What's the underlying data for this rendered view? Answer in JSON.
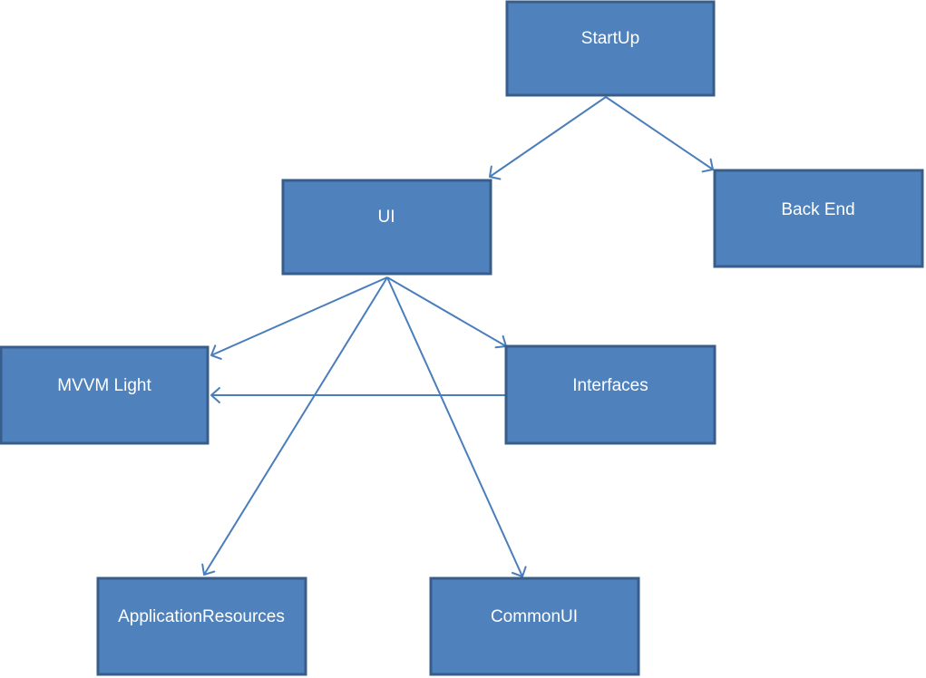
{
  "nodes": {
    "startup": "StartUp",
    "ui": "UI",
    "back_end": "Back End",
    "mvvm_light": "MVVM Light",
    "interfaces": "Interfaces",
    "application_resources": "ApplicationResources",
    "common_ui": "CommonUI"
  },
  "edges": [
    {
      "from": "startup",
      "to": "ui"
    },
    {
      "from": "startup",
      "to": "back_end"
    },
    {
      "from": "ui",
      "to": "mvvm_light"
    },
    {
      "from": "ui",
      "to": "interfaces"
    },
    {
      "from": "ui",
      "to": "application_resources"
    },
    {
      "from": "ui",
      "to": "common_ui"
    },
    {
      "from": "interfaces",
      "to": "mvvm_light"
    }
  ],
  "colors": {
    "node_fill": "#4f81bd",
    "node_border": "#385d8a",
    "edge": "#4a7ebb",
    "label": "#ffffff"
  }
}
